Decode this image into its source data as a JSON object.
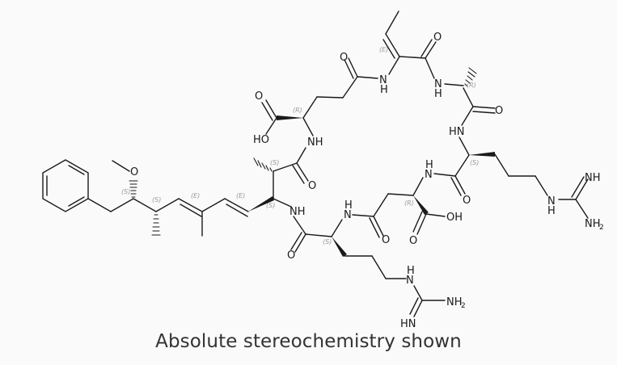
{
  "caption": "Absolute stereochemistry shown",
  "atoms": {
    "O_methoxy": "O",
    "O_glu_acid_dbl": "O",
    "OH_glu": "HO",
    "NH_glu": "NH",
    "O_glu_side": "O",
    "NH_dhb": "N",
    "H_dhb": "H",
    "O_dhb": "O",
    "NH_ala": "N",
    "H_ala": "H",
    "O_ala": "O",
    "HN_arg1": "HN",
    "NH_asp": "N",
    "H_asp": "H",
    "O_arg1": "O",
    "NH_arg1_side": "N",
    "H_arg1_side": "H",
    "NH_imine1": "NH",
    "NH2_arg1": "NH",
    "NH2_arg1_sub": "2",
    "OH_asp": "OH",
    "O_asp_acid": "O",
    "O_asp_amide": "O",
    "NH_arg2": "N",
    "H_arg2": "H",
    "O_adda_amide": "O",
    "NH_adda": "NH",
    "O_arg2_co": "O",
    "NH_arg2_side": "N",
    "H_arg2_side": "H",
    "NH2_arg2": "NH",
    "NH2_arg2_sub": "2",
    "HN_arg2": "HN"
  },
  "stereo_labels": {
    "c_ome": "(S)",
    "c_me": "(S)",
    "db1": "(E)",
    "db2": "(E)",
    "adda_c2": "(S)",
    "adda_c3": "(S)",
    "glu": "(R)",
    "dhb": "(E)",
    "ala": "(R)",
    "arg1": "(S)",
    "asp": "(R)",
    "arg2": "(S)"
  }
}
